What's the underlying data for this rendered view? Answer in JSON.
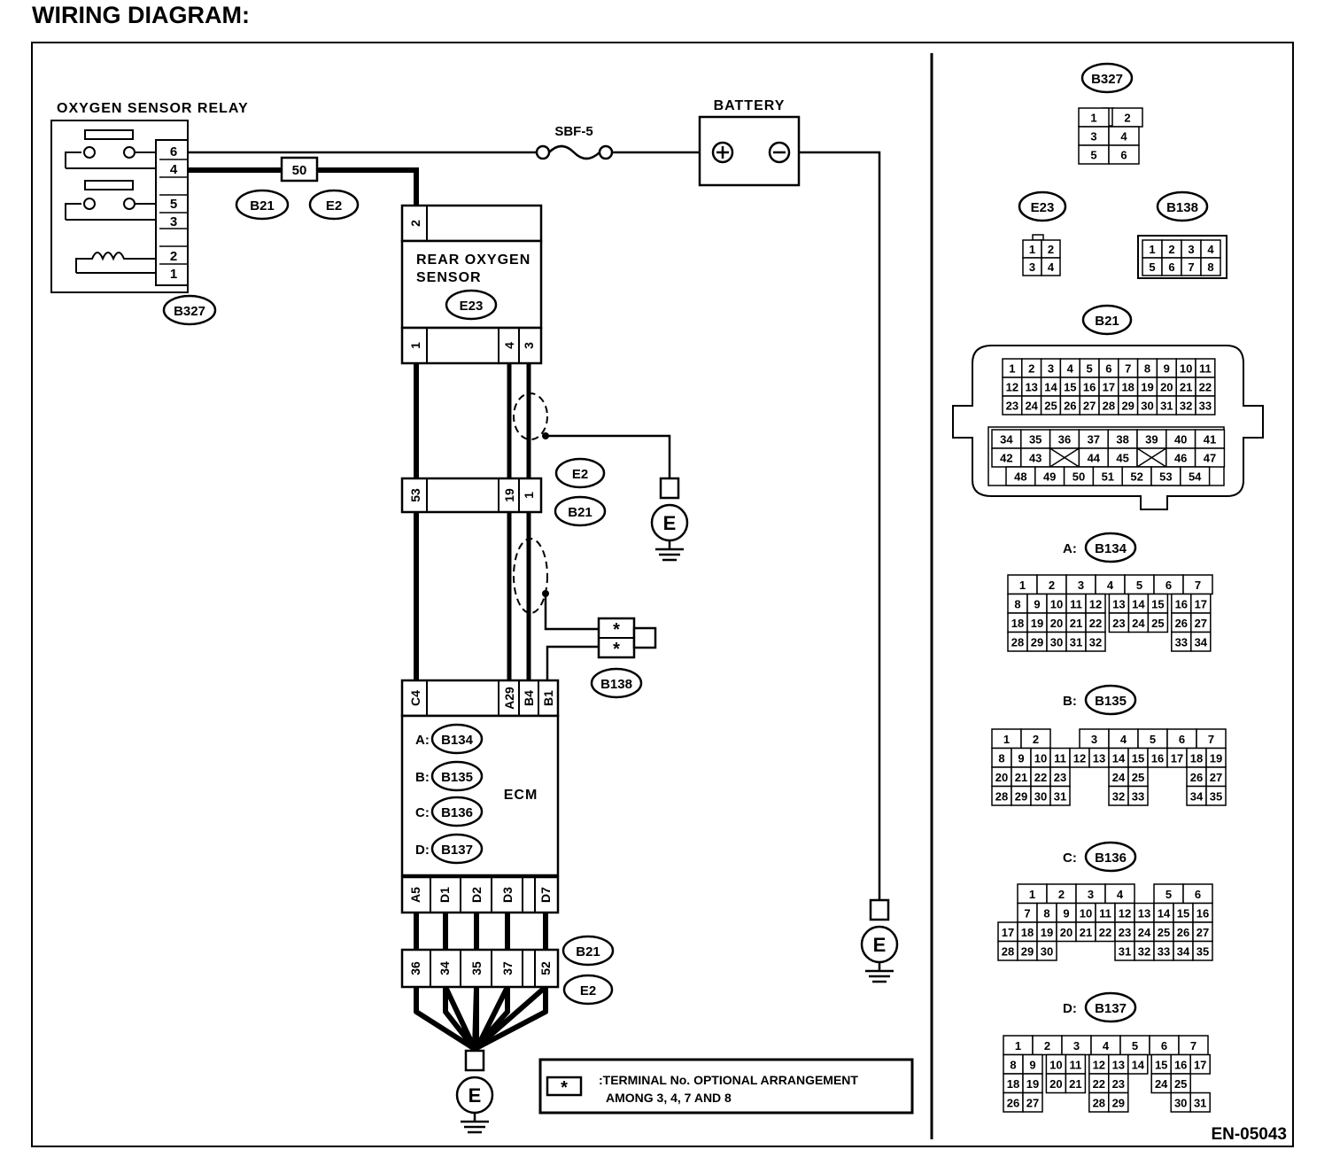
{
  "title": "WIRING DIAGRAM:",
  "figure_id": "EN-05043",
  "components": {
    "relay": "OXYGEN SENSOR RELAY",
    "fuse": "SBF-5",
    "fuse_box": "50",
    "battery": "BATTERY",
    "sensor_l1": "REAR OXYGEN",
    "sensor_l2": "SENSOR",
    "ecm": "ECM",
    "ground": "E",
    "b138_pin": "*"
  },
  "connectors": {
    "B327": "B327",
    "B21": "B21",
    "E2": "E2",
    "E23": "E23",
    "B138": "B138",
    "B134": "B134",
    "B135": "B135",
    "B136": "B136",
    "B137": "B137",
    "pA": "A:",
    "pB": "B:",
    "pC": "C:",
    "pD": "D:"
  },
  "relay_pins": [
    "6",
    "4",
    "5",
    "3",
    "2",
    "1"
  ],
  "e23_top_pins": [
    "2"
  ],
  "e23_bottom_pins": [
    "1",
    "4",
    "3"
  ],
  "b21_mid_pins": [
    "53",
    "19",
    "1"
  ],
  "ecm_top_pins": [
    "C4",
    "A29",
    "B4",
    "B1"
  ],
  "ecm_bottom_pins": [
    "A5",
    "D1",
    "D2",
    "D3",
    "D7"
  ],
  "b21_low_pins": [
    "36",
    "34",
    "35",
    "37",
    "52"
  ],
  "legend": {
    "symbol": "*",
    "line1": ":TERMINAL No. OPTIONAL ARRANGEMENT",
    "line2": "AMONG 3, 4, 7 AND 8"
  },
  "pinouts": {
    "B327": [
      [
        "1",
        "2"
      ],
      [
        "3",
        "4"
      ],
      [
        "5",
        "6"
      ]
    ],
    "E23": [
      [
        "1",
        "2"
      ],
      [
        "3",
        "4"
      ]
    ],
    "B138": [
      [
        "1",
        "2",
        "3",
        "4"
      ],
      [
        "5",
        "6",
        "7",
        "8"
      ]
    ],
    "B21": [
      [
        "1",
        "2",
        "3",
        "4",
        "5",
        "6",
        "7",
        "8",
        "9",
        "10",
        "11"
      ],
      [
        "12",
        "13",
        "14",
        "15",
        "16",
        "17",
        "18",
        "19",
        "20",
        "21",
        "22"
      ],
      [
        "23",
        "24",
        "25",
        "26",
        "27",
        "28",
        "29",
        "30",
        "31",
        "32",
        "33"
      ],
      [
        "34",
        "35",
        "36",
        "37",
        "38",
        "39",
        "40",
        "41"
      ],
      [
        "42",
        "43",
        "",
        "44",
        "45",
        "",
        "46",
        "47"
      ],
      [
        "48",
        "49",
        "50",
        "51",
        "52",
        "53",
        "54"
      ]
    ],
    "B134": [
      [
        "1",
        "2",
        "3",
        "4",
        "5",
        "6",
        "7"
      ],
      [
        "8",
        "9",
        "10",
        "11",
        "12",
        "13",
        "14",
        "15",
        "16",
        "17"
      ],
      [
        "18",
        "19",
        "20",
        "21",
        "22",
        "23",
        "24",
        "25",
        "26",
        "27"
      ],
      [
        "28",
        "29",
        "30",
        "31",
        "32",
        "33",
        "34"
      ]
    ],
    "B135": [
      [
        "1",
        "2",
        "3",
        "4",
        "5",
        "6",
        "7"
      ],
      [
        "8",
        "9",
        "10",
        "11",
        "12",
        "13",
        "14",
        "15",
        "16",
        "17",
        "18",
        "19"
      ],
      [
        "20",
        "21",
        "22",
        "23",
        "24",
        "25",
        "26",
        "27"
      ],
      [
        "28",
        "29",
        "30",
        "31",
        "32",
        "33",
        "34",
        "35"
      ]
    ],
    "B136": [
      [
        "1",
        "2",
        "3",
        "4",
        "5",
        "6"
      ],
      [
        "7",
        "8",
        "9",
        "10",
        "11",
        "12",
        "13",
        "14",
        "15",
        "16"
      ],
      [
        "17",
        "18",
        "19",
        "20",
        "21",
        "22",
        "23",
        "24",
        "25",
        "26",
        "27"
      ],
      [
        "28",
        "29",
        "30",
        "31",
        "32",
        "33",
        "34",
        "35"
      ]
    ],
    "B137": [
      [
        "1",
        "2",
        "3",
        "4",
        "5",
        "6",
        "7"
      ],
      [
        "8",
        "9",
        "10",
        "11",
        "12",
        "13",
        "14",
        "15",
        "16",
        "17"
      ],
      [
        "18",
        "19",
        "20",
        "21",
        "22",
        "23",
        "24",
        "25"
      ],
      [
        "26",
        "27",
        "28",
        "29",
        "30",
        "31"
      ]
    ]
  }
}
